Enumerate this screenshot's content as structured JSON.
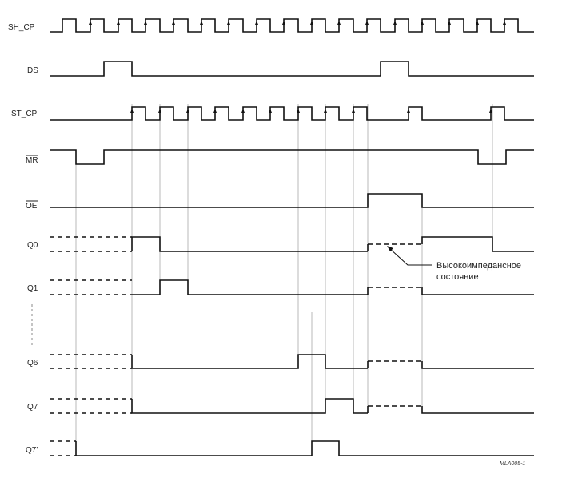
{
  "signals": [
    {
      "id": "sh_cp",
      "label": "SH_CP",
      "overline": false
    },
    {
      "id": "ds",
      "label": "DS",
      "overline": false
    },
    {
      "id": "st_cp",
      "label": "ST_CP",
      "overline": false
    },
    {
      "id": "mr",
      "label": "MR",
      "overline": true
    },
    {
      "id": "oe",
      "label": "OE",
      "overline": true
    },
    {
      "id": "q0",
      "label": "Q0",
      "overline": false
    },
    {
      "id": "q1",
      "label": "Q1",
      "overline": false
    },
    {
      "id": "q6",
      "label": "Q6",
      "overline": false
    },
    {
      "id": "q7",
      "label": "Q7",
      "overline": false
    },
    {
      "id": "q7s",
      "label": "Q7'",
      "overline": false
    }
  ],
  "annotation": {
    "line1": "Высокоимпедансное",
    "line2": "состояние"
  },
  "figure_code": "MLA005-1"
}
